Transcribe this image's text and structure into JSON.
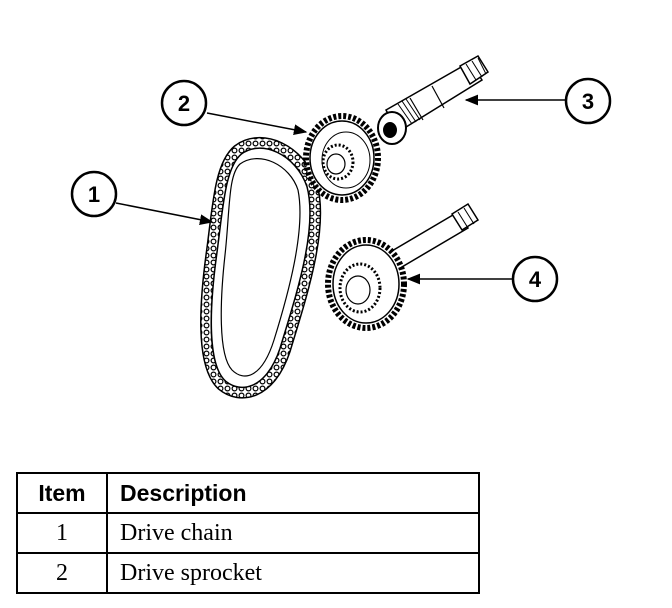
{
  "callouts": [
    {
      "number": "1",
      "part": "drive-chain"
    },
    {
      "number": "2",
      "part": "drive-sprocket"
    },
    {
      "number": "3",
      "part": "shaft"
    },
    {
      "number": "4",
      "part": "driven-sprocket-shaft"
    }
  ],
  "table": {
    "headers": {
      "item": "Item",
      "description": "Description"
    },
    "rows": [
      {
        "item": "1",
        "description": "Drive chain"
      },
      {
        "item": "2",
        "description": "Drive sprocket"
      }
    ]
  }
}
